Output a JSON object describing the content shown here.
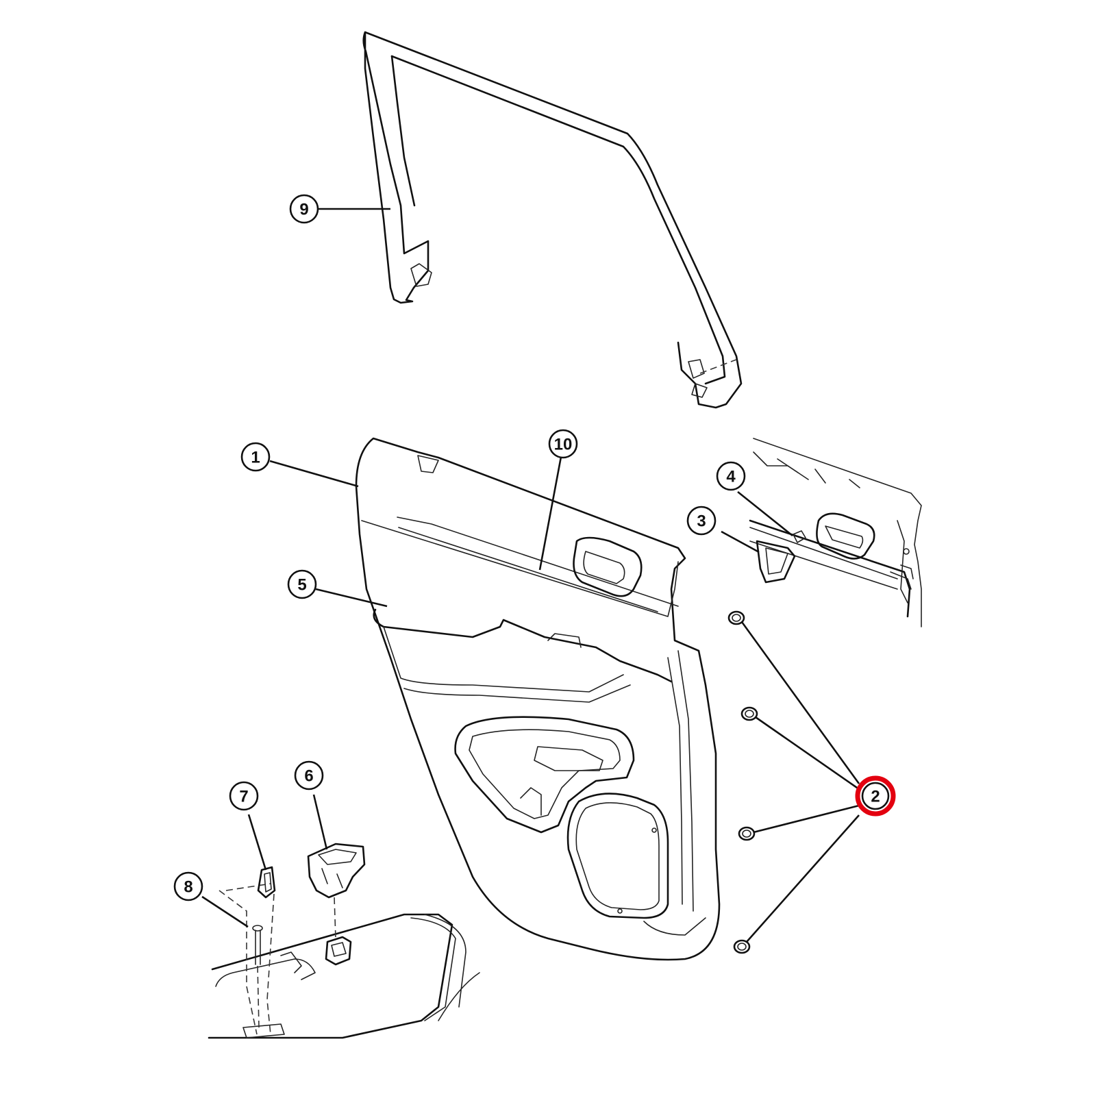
{
  "callouts": {
    "c1": "1",
    "c2": "2",
    "c3": "3",
    "c4": "4",
    "c5": "5",
    "c6": "6",
    "c7": "7",
    "c8": "8",
    "c9": "9",
    "c10": "10"
  },
  "highlighted_callout": "2",
  "highlight_color": "#e3000f"
}
